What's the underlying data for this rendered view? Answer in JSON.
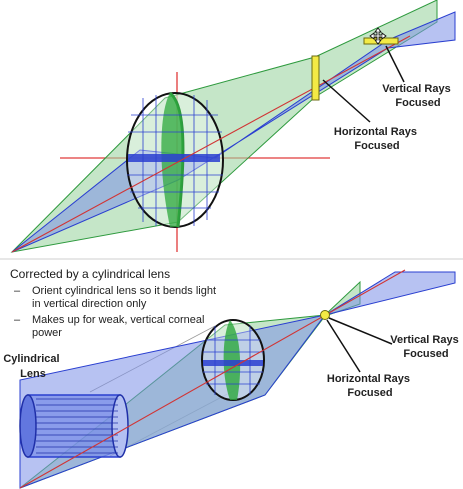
{
  "top": {
    "vertical_label": [
      "Vertical Rays",
      "Focused"
    ],
    "horizontal_label": [
      "Horizontal Rays",
      "Focused"
    ]
  },
  "bottom": {
    "title": "Corrected by a cylindrical lens",
    "bullets": [
      [
        "Orient cylindrical lens so it bends light",
        "in vertical direction only"
      ],
      [
        "Makes up for weak, vertical corneal",
        "power"
      ]
    ],
    "lens_label": [
      "Cylindrical",
      "Lens"
    ],
    "vertical_label": [
      "Vertical Rays",
      "Focused"
    ],
    "horizontal_label": [
      "Horizontal Rays",
      "Focused"
    ]
  },
  "colors": {
    "green_fill": "#9fd6a4",
    "green_line": "#2e9a3e",
    "blue_fill": "#7b8fe8",
    "blue_line": "#2a3fd0",
    "red_axis": "#e03a3a",
    "yellow": "#f3ea45"
  },
  "icons": [
    "move-cursor-icon"
  ]
}
